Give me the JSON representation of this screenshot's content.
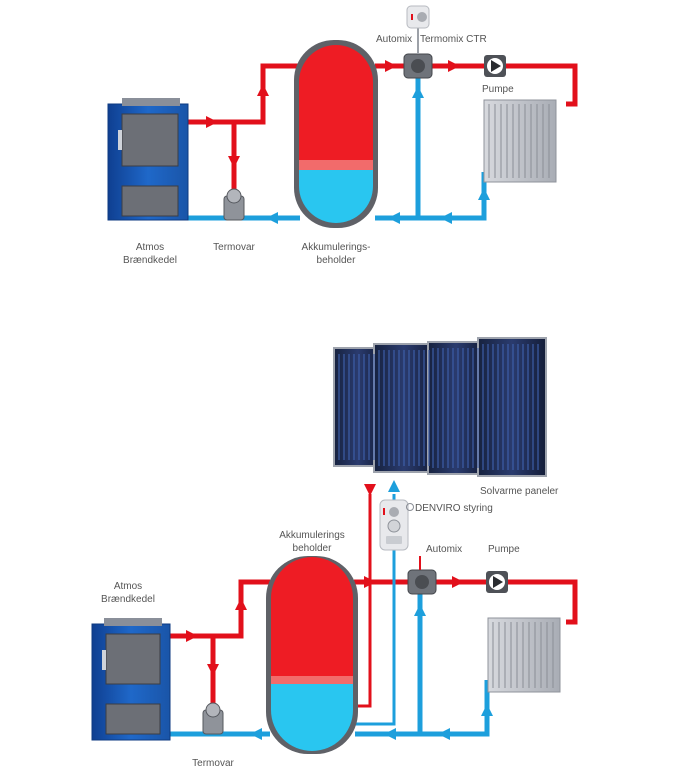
{
  "colors": {
    "hot": "#e2101b",
    "cold": "#1d9fdc",
    "tank_hot": "#ee1c24",
    "tank_cold": "#29c6f0",
    "boiler": "#1a5eb8",
    "panel": "#1c2a52",
    "radiator": "#b9bcc3"
  },
  "top": {
    "boiler_label": [
      "Atmos",
      "Brændkedel"
    ],
    "termovar_label": "Termovar",
    "tank_label": [
      "Akkumulerings-",
      "beholder"
    ],
    "automix_label": "Automix",
    "termomix_label": "Termomix CTR",
    "pump_label": "Pumpe"
  },
  "bottom": {
    "boiler_label": [
      "Atmos",
      "Brændkedel"
    ],
    "termovar_label": "Termovar",
    "tank_label": [
      "Akkumulerings",
      "beholder"
    ],
    "panels_label": "Solvarme paneler",
    "denviro_label": "DENVIRO styring",
    "automix_label": "Automix",
    "pump_label": "Pumpe"
  },
  "icons": {
    "arrow": "arrowhead-icon",
    "pump": "pump-icon",
    "valve": "valve-icon",
    "controller": "controller-icon",
    "radiator": "radiator-icon",
    "boiler": "boiler-icon",
    "panel": "solar-panel-icon"
  }
}
